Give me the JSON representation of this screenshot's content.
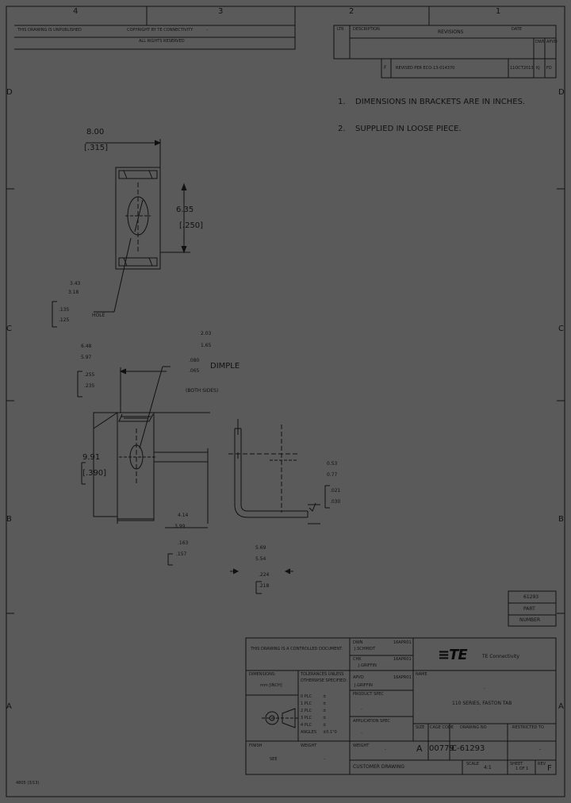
{
  "zones": {
    "top": [
      "4",
      "3",
      "2",
      "1"
    ],
    "left": [
      "D",
      "C",
      "B",
      "A"
    ],
    "right": [
      "D",
      "C",
      "B",
      "A"
    ]
  },
  "header": {
    "line1": "THIS DRAWING IS UNPUBLISHED",
    "line2": "COPYRIGHT BY TE CONNECTIVITY",
    "line3": "ALL RIGHTS RESERVED",
    "dash": "-"
  },
  "revisions": {
    "title": "REVISIONS",
    "col_ltr": "LTR",
    "col_desc": "DESCRIPTION",
    "col_date": "DATE",
    "col_dwn": "DWN",
    "col_apvd": "APVD",
    "row_ltr": "F",
    "row_desc": "REVISED PER ECO-13-014370",
    "row_date": "11OCT2013",
    "row_dwn": "KJ",
    "row_apvd": "FD"
  },
  "notes": {
    "n1_num": "1.",
    "n1": "DIMENSIONS IN BRACKETS ARE IN INCHES.",
    "n2_num": "2.",
    "n2": "SUPPLIED IN LOOSE PIECE."
  },
  "dims": {
    "d_8_00": "8.00",
    "d_315": "[.315]",
    "d_6_35": "6.35",
    "d_250": "[.250]",
    "hole_mm_a": "3.43",
    "hole_mm_b": "3.18",
    "hole_in_a": ".135",
    "hole_in_b": ".125",
    "hole_label": "HOLE",
    "dimple_mm_a": "2.03",
    "dimple_mm_b": "1.65",
    "dimple_in_a": ".080",
    "dimple_in_b": ".065",
    "dimple_label": "DIMPLE",
    "both_sides": "(BOTH SIDES)",
    "w_mm_a": "6.48",
    "w_mm_b": "5.97",
    "w_in_a": ".255",
    "w_in_b": ".235",
    "len_mm": "9.91",
    "len_in": "[.390]",
    "l2_mm_a": "4.14",
    "l2_mm_b": "3.99",
    "l2_in_a": ".163",
    "l2_in_b": ".157",
    "t_mm_a": "0.53",
    "t_mm_b": "0.77",
    "t_in_a": ".021",
    "t_in_b": ".030",
    "h_mm_a": "5.69",
    "h_mm_b": "5.54",
    "h_in_a": ".224",
    "h_in_b": ".218"
  },
  "part_number_block": {
    "number": "61293",
    "line2": "PART",
    "line3": "NUMBER"
  },
  "title_block": {
    "controlled": "THIS DRAWING IS A CONTROLLED DOCUMENT.",
    "dimensions_label": "DIMENSIONS:",
    "dimensions_value": "mm [INCH]",
    "tolerances_1": "TOLERANCES UNLESS",
    "tolerances_2": "OTHERWISE SPECIFIED:",
    "tol_rows": [
      "0 PLC",
      "1 PLC",
      "2 PLC",
      "3 PLC",
      "4 PLC",
      "ANGLES"
    ],
    "tol_vals": [
      "±",
      "±",
      "±",
      "±",
      "±",
      "±0.1°0"
    ],
    "product_spec": "PRODUCT SPEC",
    "product_spec_val": "-",
    "app_spec": "APPLICATION SPEC",
    "app_spec_val": "-",
    "weight": "WEIGHT",
    "weight_val": "-",
    "finish": "FINISH",
    "finish_val": "SEE",
    "dwn": "DWN",
    "dwn_val": "J.SCHMIDT",
    "chk": "CHK",
    "chk_val": "J.GRIFFIN",
    "appd": "APVD",
    "appd_val": "J.GRIFFIN",
    "date1": "16APR01",
    "date2": "16APR01",
    "date3": "16APR01",
    "company": "TE Connectivity",
    "name_label": "NAME",
    "name_dash": "-",
    "title": "110 SERIES, FASTON TAB",
    "size_label": "SIZE",
    "cage_label": "CAGE CODE",
    "drawing_no_label": "DRAWING NO",
    "restricted_label": "RESTRICTED TO",
    "size_val": "A",
    "cage_val": "00779",
    "drawing_no": "C-61293",
    "restricted_val": "-",
    "customer_drawing": "CUSTOMER DRAWING",
    "scale_label": "SCALE",
    "scale_val": "4:1",
    "sheet_label": "SHEET",
    "sheet_val": "1 OF 1",
    "rev_label": "REV",
    "rev_val": "F"
  },
  "form_number": "4805 (3/13)"
}
